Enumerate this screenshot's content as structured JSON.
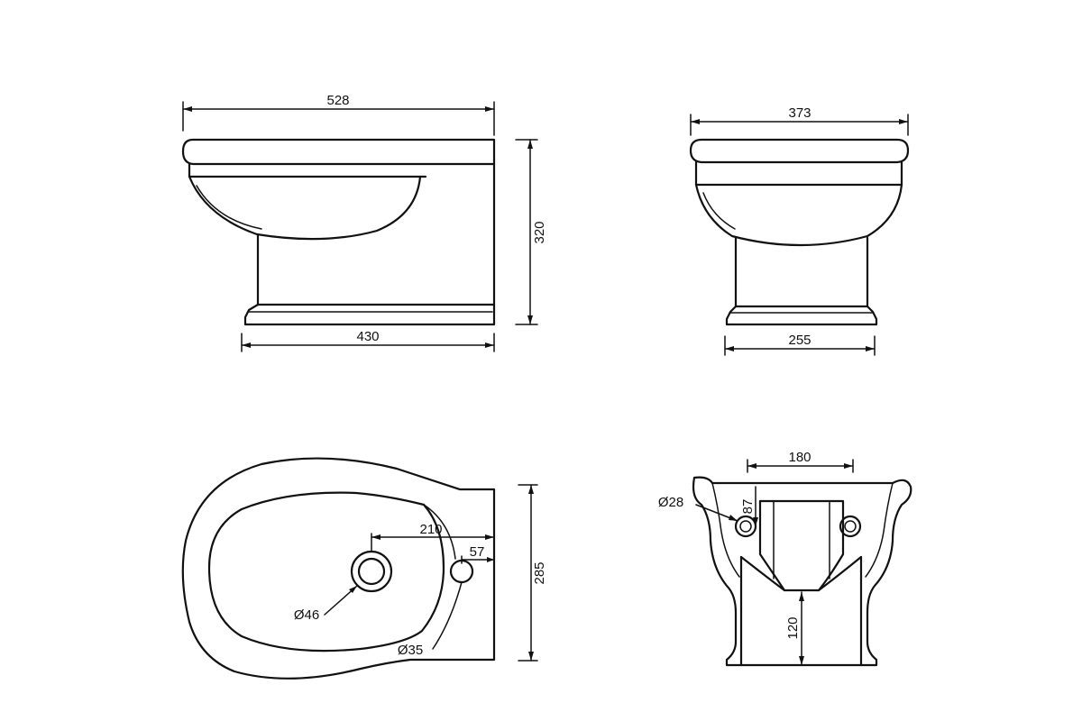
{
  "views": {
    "side": {
      "width_top": "528",
      "width_base": "430",
      "height": "320"
    },
    "front": {
      "width_top": "373",
      "width_base": "255"
    },
    "top": {
      "offset_tap": "210",
      "offset_overflow": "57",
      "depth": "285",
      "tap_hole": "Ø46",
      "overflow_hole": "Ø35"
    },
    "rear": {
      "fixing_spacing": "180",
      "fixing_hole": "Ø28",
      "fixing_height": "87",
      "outlet_height": "120"
    }
  }
}
